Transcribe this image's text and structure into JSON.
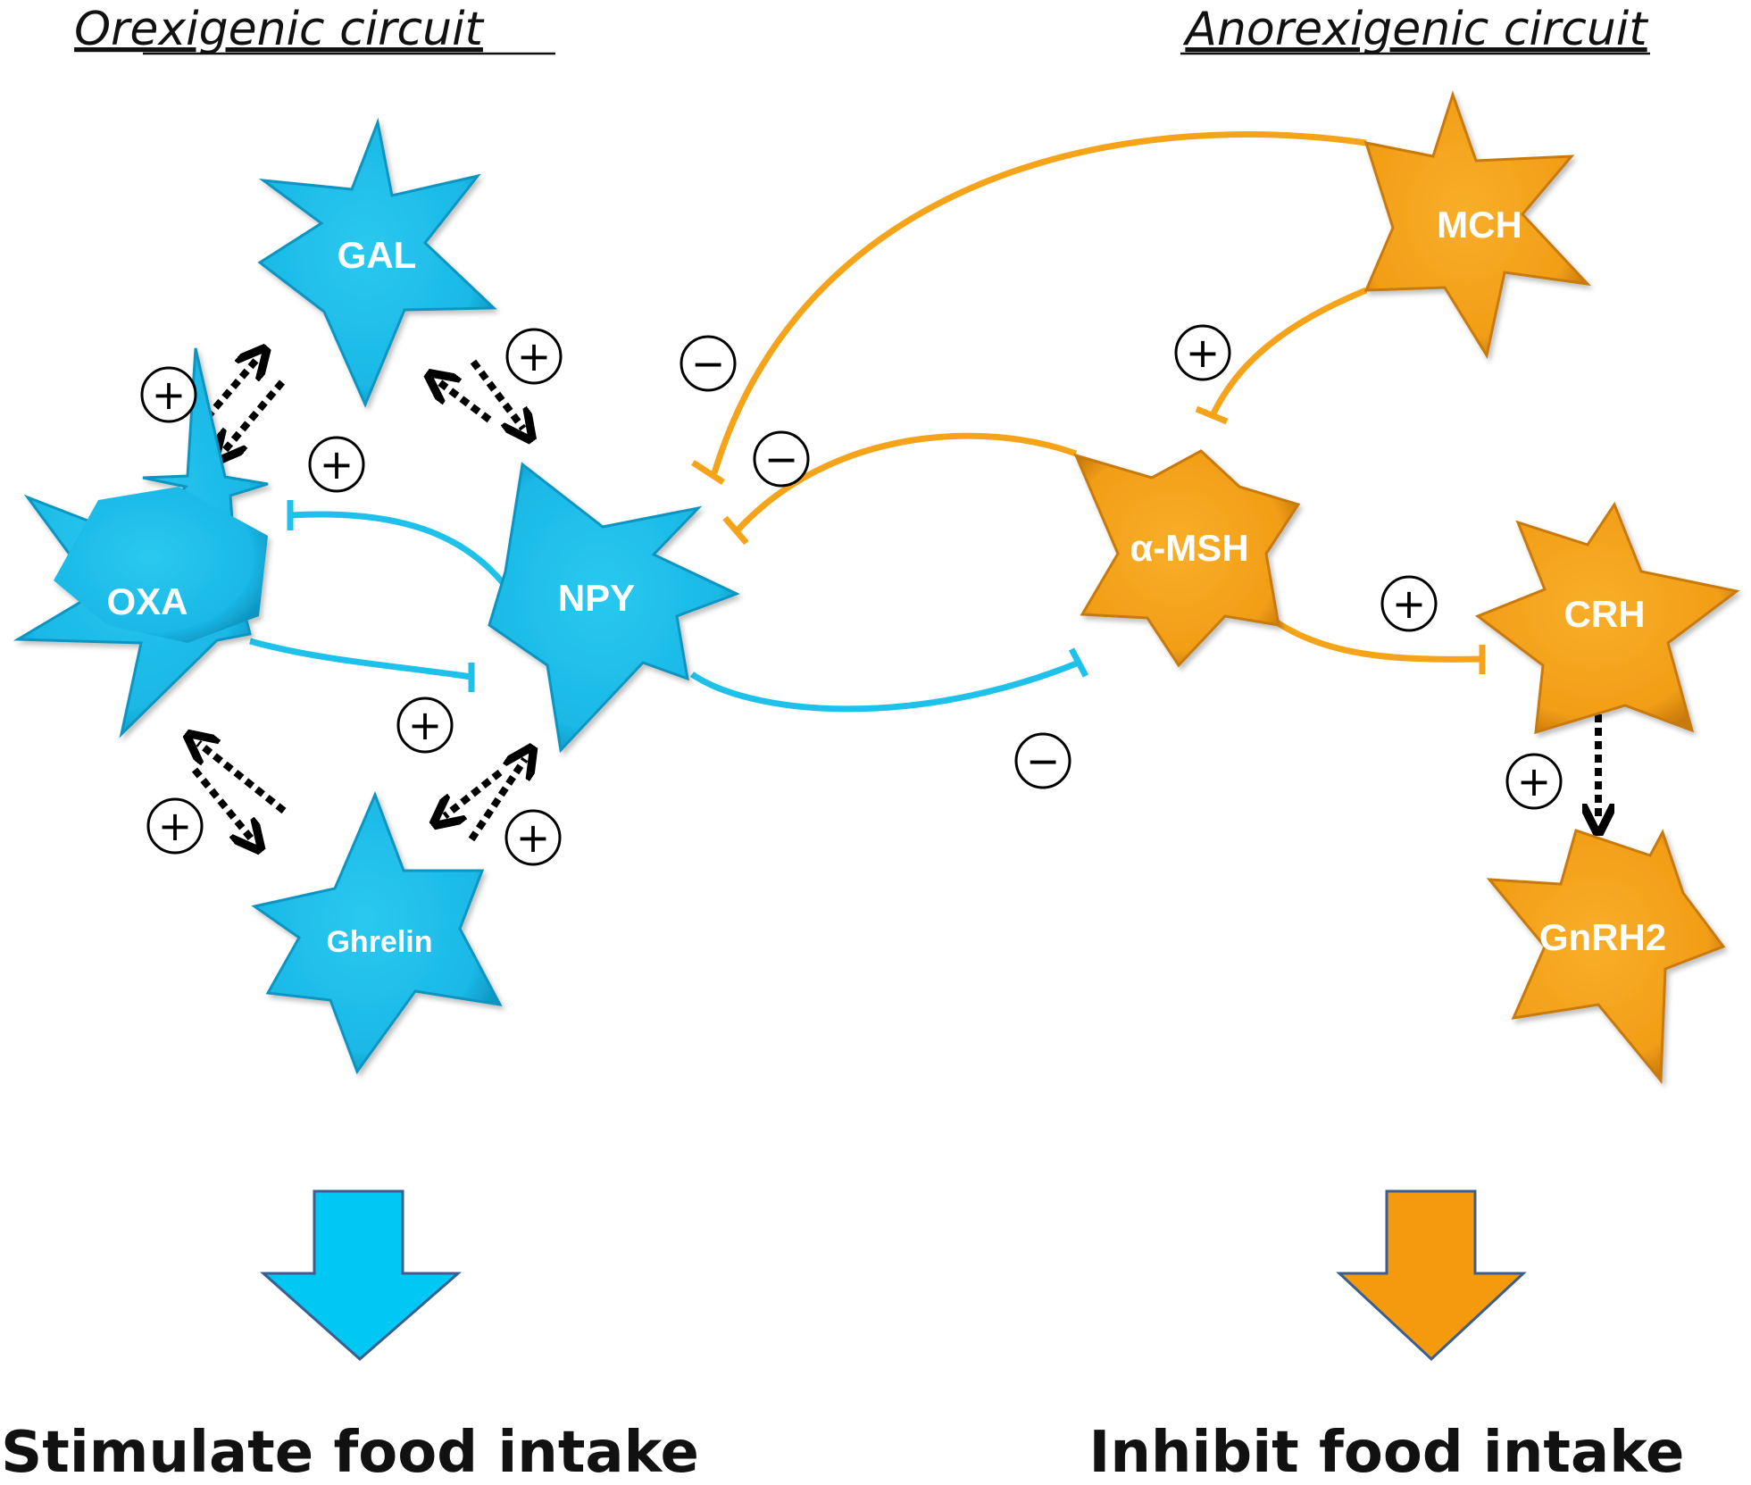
{
  "titles": {
    "left": "Orexigenic circuit",
    "right": "Anorexigenic circuit"
  },
  "outcomes": {
    "left": "Stimulate food intake",
    "right": "Inhibit food intake"
  },
  "colors": {
    "orexigenic": "#1EC1EA",
    "orexigenic_dark": "#109AC0",
    "anorexigenic": "#F5A41A",
    "anorexigenic_dark": "#C97A0C",
    "big_arrow_left": "#00C8F5",
    "big_arrow_right": "#F59A0C",
    "arrow_outline": "#3A5F8F",
    "dashed_arrow": "#000000"
  },
  "neurons": {
    "gal": "GAL",
    "oxa": "OXA",
    "npy": "NPY",
    "ghrelin": "Ghrelin",
    "mch": "MCH",
    "amsh": "α-MSH",
    "crh": "CRH",
    "gnrh2": "GnRH2"
  },
  "signs": {
    "plus": "+",
    "minus": "−"
  },
  "connections": [
    {
      "from": "NPY",
      "to": "OXA",
      "effect": "stimulation",
      "sign": "+"
    },
    {
      "from": "OXA",
      "to": "NPY",
      "effect": "stimulation",
      "sign": "+"
    },
    {
      "from": "GAL",
      "to": "OXA",
      "effect": "mutual stimulation",
      "sign": "+"
    },
    {
      "from": "GAL",
      "to": "NPY",
      "effect": "mutual stimulation",
      "sign": "+"
    },
    {
      "from": "Ghrelin",
      "to": "OXA",
      "effect": "mutual stimulation",
      "sign": "+"
    },
    {
      "from": "Ghrelin",
      "to": "NPY",
      "effect": "mutual stimulation",
      "sign": "+"
    },
    {
      "from": "MCH",
      "to": "NPY",
      "effect": "inhibition",
      "sign": "−"
    },
    {
      "from": "α-MSH",
      "to": "NPY",
      "effect": "inhibition",
      "sign": "−"
    },
    {
      "from": "NPY",
      "to": "α-MSH",
      "effect": "inhibition",
      "sign": "−"
    },
    {
      "from": "MCH",
      "to": "α-MSH",
      "effect": "stimulation",
      "sign": "+"
    },
    {
      "from": "α-MSH",
      "to": "CRH",
      "effect": "stimulation",
      "sign": "+"
    },
    {
      "from": "CRH",
      "to": "GnRH2",
      "effect": "stimulation",
      "sign": "+"
    }
  ]
}
